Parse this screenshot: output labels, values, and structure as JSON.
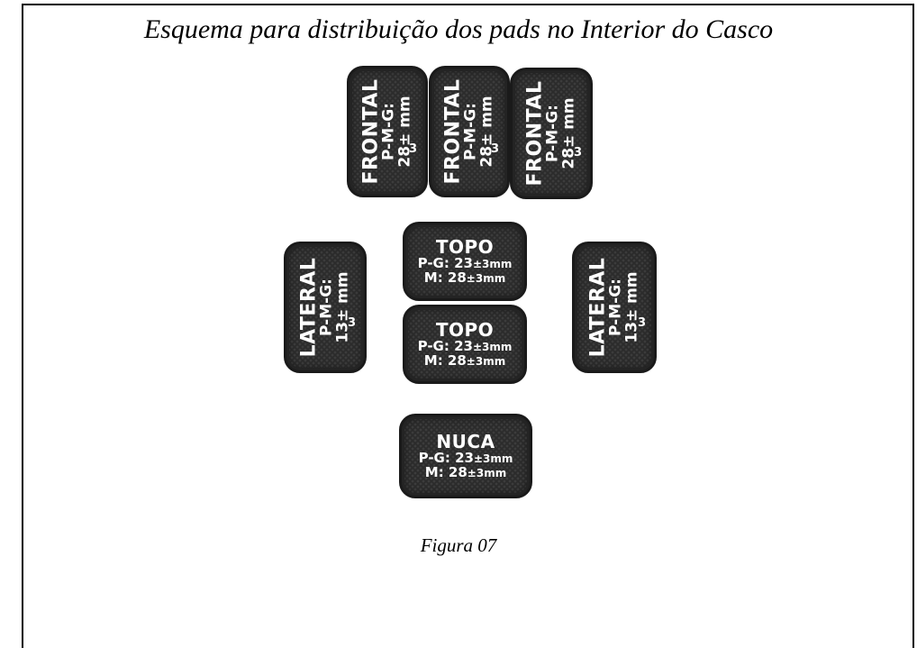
{
  "title": "Esquema para distribuição dos pads no Interior do Casco",
  "caption": "Figura 07",
  "pads": {
    "frontal_left": {
      "name": "FRONTAL",
      "line1": "P-M-G:",
      "line2": "28± mm",
      "trail": "3"
    },
    "frontal_center": {
      "name": "FRONTAL",
      "line1": "P-M-G:",
      "line2": "28± mm",
      "trail": "3"
    },
    "frontal_right": {
      "name": "FRONTAL",
      "line1": "P-M-G:",
      "line2": "28± mm",
      "trail": "3"
    },
    "lateral_left": {
      "name": "LATERAL",
      "line1": "P-M-G:",
      "line2": "13± mm",
      "trail": "3"
    },
    "lateral_right": {
      "name": "LATERAL",
      "line1": "P-M-G:",
      "line2": "13± mm",
      "trail": "3"
    },
    "topo_upper": {
      "name": "TOPO",
      "line1_prefix": "P-G: 23",
      "line1_suffix": "±3mm",
      "line2_prefix": "M: 28",
      "line2_suffix": "±3mm"
    },
    "topo_lower": {
      "name": "TOPO",
      "line1_prefix": "P-G: 23",
      "line1_suffix": "±3mm",
      "line2_prefix": "M: 28",
      "line2_suffix": "±3mm"
    },
    "nuca": {
      "name": "NUCA",
      "line1_prefix": "P-G: 23",
      "line1_suffix": "±3mm",
      "line2_prefix": "M: 28",
      "line2_suffix": "±3mm"
    }
  }
}
